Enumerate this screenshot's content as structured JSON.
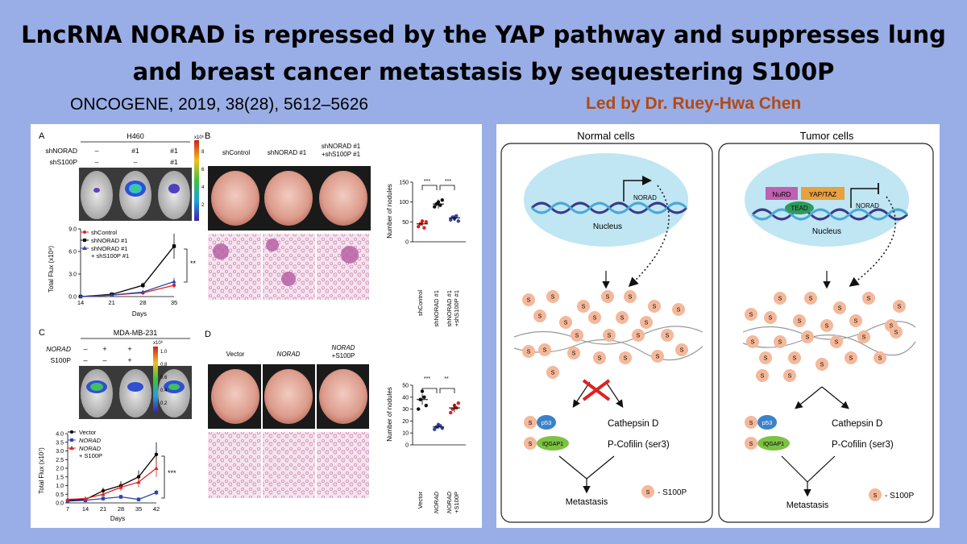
{
  "header": {
    "title_line1": "LncRNA NORAD is repressed by the YAP pathway and suppresses lung",
    "title_line2": "and breast cancer metastasis by sequestering S100P",
    "citation": "ONCOGENE, 2019, 38(28), 5612–5626",
    "author": "Led by Dr. Ruey-Hwa Chen"
  },
  "colors": {
    "background": "#99aee6",
    "author": "#b24a14"
  },
  "panelA": {
    "letter": "A",
    "cell_line": "H460",
    "colorbar_exp": "x10⁶",
    "colorbar_ticks": [
      "8",
      "6",
      "4",
      "2"
    ],
    "row1_label": "shNORAD",
    "row1_vals": [
      "–",
      "#1",
      "#1"
    ],
    "row2_label": "shS100P",
    "row2_vals": [
      "–",
      "–",
      "#1"
    ],
    "legend": [
      "shControl",
      "shNORAD #1",
      "shNORAD #1",
      "+ shS100P #1"
    ],
    "ylabel": "Total Flux (x10⁸)",
    "xlabel": "Days",
    "sig": "**"
  },
  "panelB": {
    "letter": "B",
    "groups": [
      "shControl",
      "shNORAD #1",
      "shNORAD #1",
      "+shS100P #1"
    ],
    "ylabel": "Number of nodules",
    "sig1": "***",
    "sig2": "***",
    "xcats": [
      "shControl",
      "shNORAD #1",
      "shNORAD #1",
      "+shS100P #1"
    ]
  },
  "panelC": {
    "letter": "C",
    "cell_line": "MDA-MB-231",
    "colorbar_exp": "x10⁶",
    "colorbar_ticks": [
      "1.0",
      "0.8",
      "0.6",
      "0.4",
      "0.2"
    ],
    "row1_label": "NORAD",
    "row1_vals": [
      "–",
      "+",
      "+"
    ],
    "row2_label": "S100P",
    "row2_vals": [
      "–",
      "–",
      "+"
    ],
    "legend": [
      "Vector",
      "NORAD",
      "NORAD",
      "+ S100P"
    ],
    "ylabel": "Total Flux (x10⁷)",
    "xlabel": "Days",
    "sig": "***"
  },
  "panelD": {
    "letter": "D",
    "groups": [
      "Vector",
      "NORAD",
      "NORAD",
      "+S100P"
    ],
    "ylabel": "Number of nodules",
    "sig1": "***",
    "sig2": "**",
    "xcats": [
      "Vector",
      "NORAD",
      "NORAD",
      "+S100P"
    ]
  },
  "diagram": {
    "normal_title": "Normal cells",
    "tumor_title": "Tumor cells",
    "nucleus": "Nucleus",
    "norad": "NORAD",
    "nurd": "NuRD",
    "yap": "YAP/TAZ",
    "tead": "TEAD",
    "s": "S",
    "p53": "p53",
    "iqgap1": "IQGAP1",
    "cathepsin": "Cathepsin D",
    "cofilin": "P-Cofilin (ser3)",
    "metastasis": "Metastasis",
    "legend": "- S100P"
  },
  "chart_data": [
    {
      "type": "line",
      "title": "H460",
      "xlabel": "Days",
      "ylabel": "Total Flux (x10⁸)",
      "x": [
        14,
        21,
        28,
        35
      ],
      "xlim": [
        14,
        35
      ],
      "ylim": [
        0,
        9
      ],
      "yticks": [
        "0.0",
        "3.0",
        "6.0",
        "9.0"
      ],
      "xticks": [
        "14",
        "21",
        "28",
        "35"
      ],
      "series": [
        {
          "name": "shControl",
          "color": "#e02020",
          "values": [
            0,
            0.2,
            0.5,
            1.5
          ]
        },
        {
          "name": "shNORAD #1",
          "color": "#000000",
          "values": [
            0,
            0.3,
            1.5,
            6.7
          ]
        },
        {
          "name": "shNORAD #1 + shS100P #1",
          "color": "#3344aa",
          "values": [
            0,
            0.2,
            0.6,
            2.0
          ]
        }
      ]
    },
    {
      "type": "scatter",
      "ylabel": "Number of nodules",
      "categories": [
        "shControl",
        "shNORAD #1",
        "shNORAD #1 +shS100P #1"
      ],
      "yticks": [
        "0",
        "50",
        "100",
        "150"
      ],
      "ylim": [
        0,
        150
      ],
      "values": [
        [
          38,
          45,
          52,
          35,
          50
        ],
        [
          88,
          95,
          100,
          92,
          105
        ],
        [
          55,
          62,
          58,
          65,
          52
        ]
      ],
      "means": [
        45,
        95,
        60
      ]
    },
    {
      "type": "line",
      "title": "MDA-MB-231",
      "xlabel": "Days",
      "ylabel": "Total Flux (x10⁷)",
      "x": [
        7,
        14,
        21,
        28,
        35,
        42
      ],
      "xlim": [
        7,
        42
      ],
      "ylim": [
        0,
        4
      ],
      "yticks": [
        "0.0",
        "0.5",
        "1.0",
        "1.5",
        "2.0",
        "2.5",
        "3.0",
        "3.5",
        "4.0"
      ],
      "xticks": [
        "7",
        "14",
        "21",
        "28",
        "35",
        "42"
      ],
      "series": [
        {
          "name": "Vector",
          "color": "#000000",
          "values": [
            0.15,
            0.2,
            0.7,
            1.0,
            1.5,
            2.8
          ]
        },
        {
          "name": "NORAD",
          "color": "#3344aa",
          "values": [
            0.1,
            0.15,
            0.25,
            0.35,
            0.2,
            0.6
          ]
        },
        {
          "name": "NORAD + S100P",
          "color": "#e02020",
          "values": [
            0.2,
            0.25,
            0.5,
            0.9,
            1.2,
            2.0
          ]
        }
      ]
    },
    {
      "type": "scatter",
      "ylabel": "Number of nodules",
      "categories": [
        "Vector",
        "NORAD",
        "NORAD +S100P"
      ],
      "yticks": [
        "0",
        "10",
        "20",
        "30",
        "40",
        "50"
      ],
      "ylim": [
        0,
        50
      ],
      "values": [
        [
          30,
          38,
          45,
          40,
          33
        ],
        [
          13,
          15,
          17,
          16,
          14
        ],
        [
          27,
          30,
          33,
          31,
          35
        ]
      ],
      "means": [
        38,
        15,
        31
      ]
    }
  ]
}
